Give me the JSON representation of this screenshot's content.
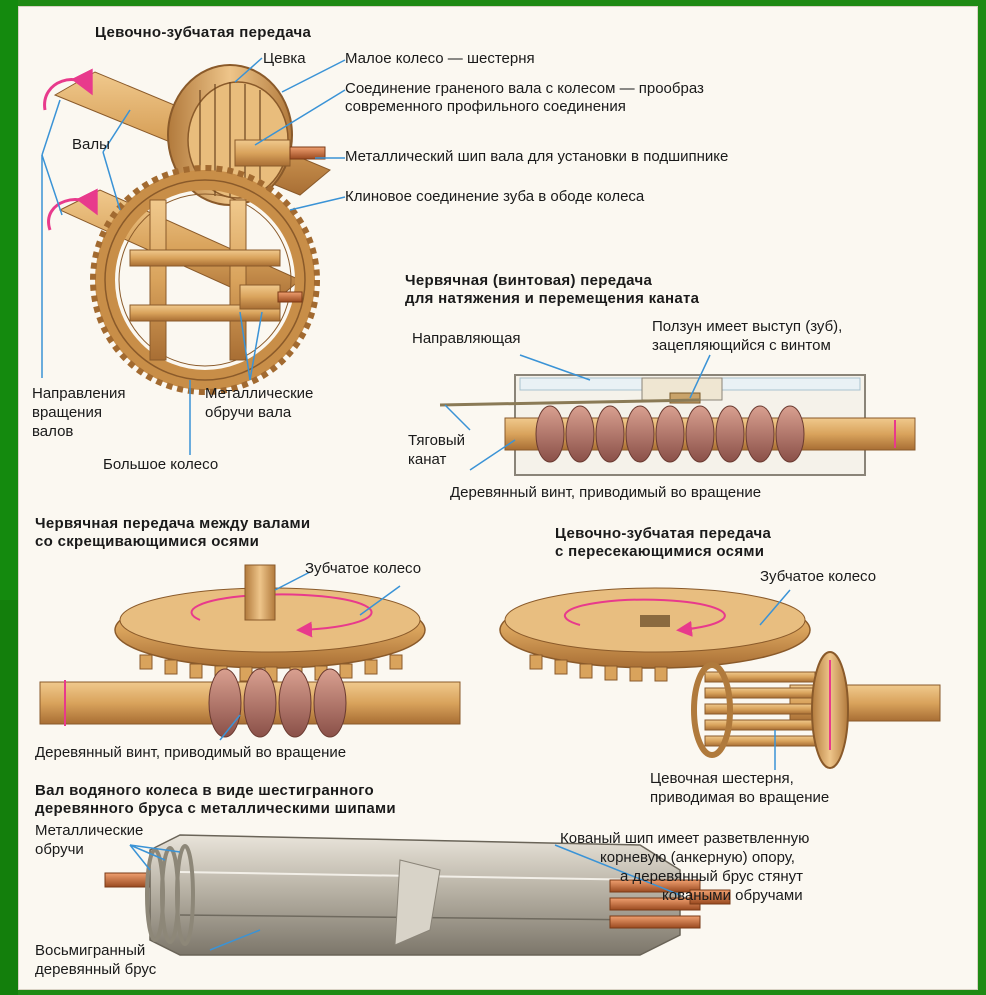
{
  "sections": {
    "top_title": "Цевочно-зубчатая передача",
    "worm_title_1": "Червячная (винтовая) передача",
    "worm_title_2": "для натяжения и перемещения каната",
    "crossed_title_1": "Червячная передача между валами",
    "crossed_title_2": "со скрещивающимися осями",
    "intersect_title_1": "Цевочно-зубчатая передача",
    "intersect_title_2": "с пересекающимися осями",
    "shaft_title_1": "Вал водяного колеса в виде шестигранного",
    "shaft_title_2": "деревянного бруса с металлическими шипами"
  },
  "labels": {
    "cevka": "Цевка",
    "small_wheel": "Малое колесо — шестерня",
    "faceted_1": "Соединение граненого вала с колесом — прообраз",
    "faceted_2": "современного профильного соединения",
    "valy": "Валы",
    "metal_pin": "Металлический шип  вала для установки в подшипнике",
    "wedge": "Клиновое соединение зуба в ободе колеса",
    "directions_1": "Направления",
    "directions_2": "вращения",
    "directions_3": "валов",
    "metal_hoops_1": "Металлические",
    "metal_hoops_2": "обручи вала",
    "big_wheel": "Большое колесо",
    "guide": "Направляющая",
    "slider_1": "Ползун имеет выступ (зуб),",
    "slider_2": "зацепляющийся с винтом",
    "rope_1": "Тяговый",
    "rope_2": "канат",
    "wooden_screw_top": "Деревянный винт,  приводимый во вращение",
    "gear_wheel_left": "Зубчатое колесо",
    "gear_wheel_right": "Зубчатое колесо",
    "wooden_screw_bottom": "Деревянный винт,  приводимый во вращение",
    "pin_gear_1": "Цевочная шестерня,",
    "pin_gear_2": "приводимая во вращение",
    "hoops_1": "Металлические",
    "hoops_2": "обручи",
    "forged_1": "Кованый шип  имеет разветвленную",
    "forged_2": "корневую (анкерную) опору,",
    "forged_3": "а деревянный брус стянут",
    "forged_4": "коваными обручами",
    "octagon_1": "Восьмигранный",
    "octagon_2": "деревянный брус"
  },
  "colors": {
    "background": "#1f8a14",
    "paper": "#fbf8f1",
    "wood": "#d9a35c",
    "wood_dark": "#9c6530",
    "leader": "#3a93d6",
    "arrow": "#e83a8c",
    "screw": "#b07060"
  }
}
